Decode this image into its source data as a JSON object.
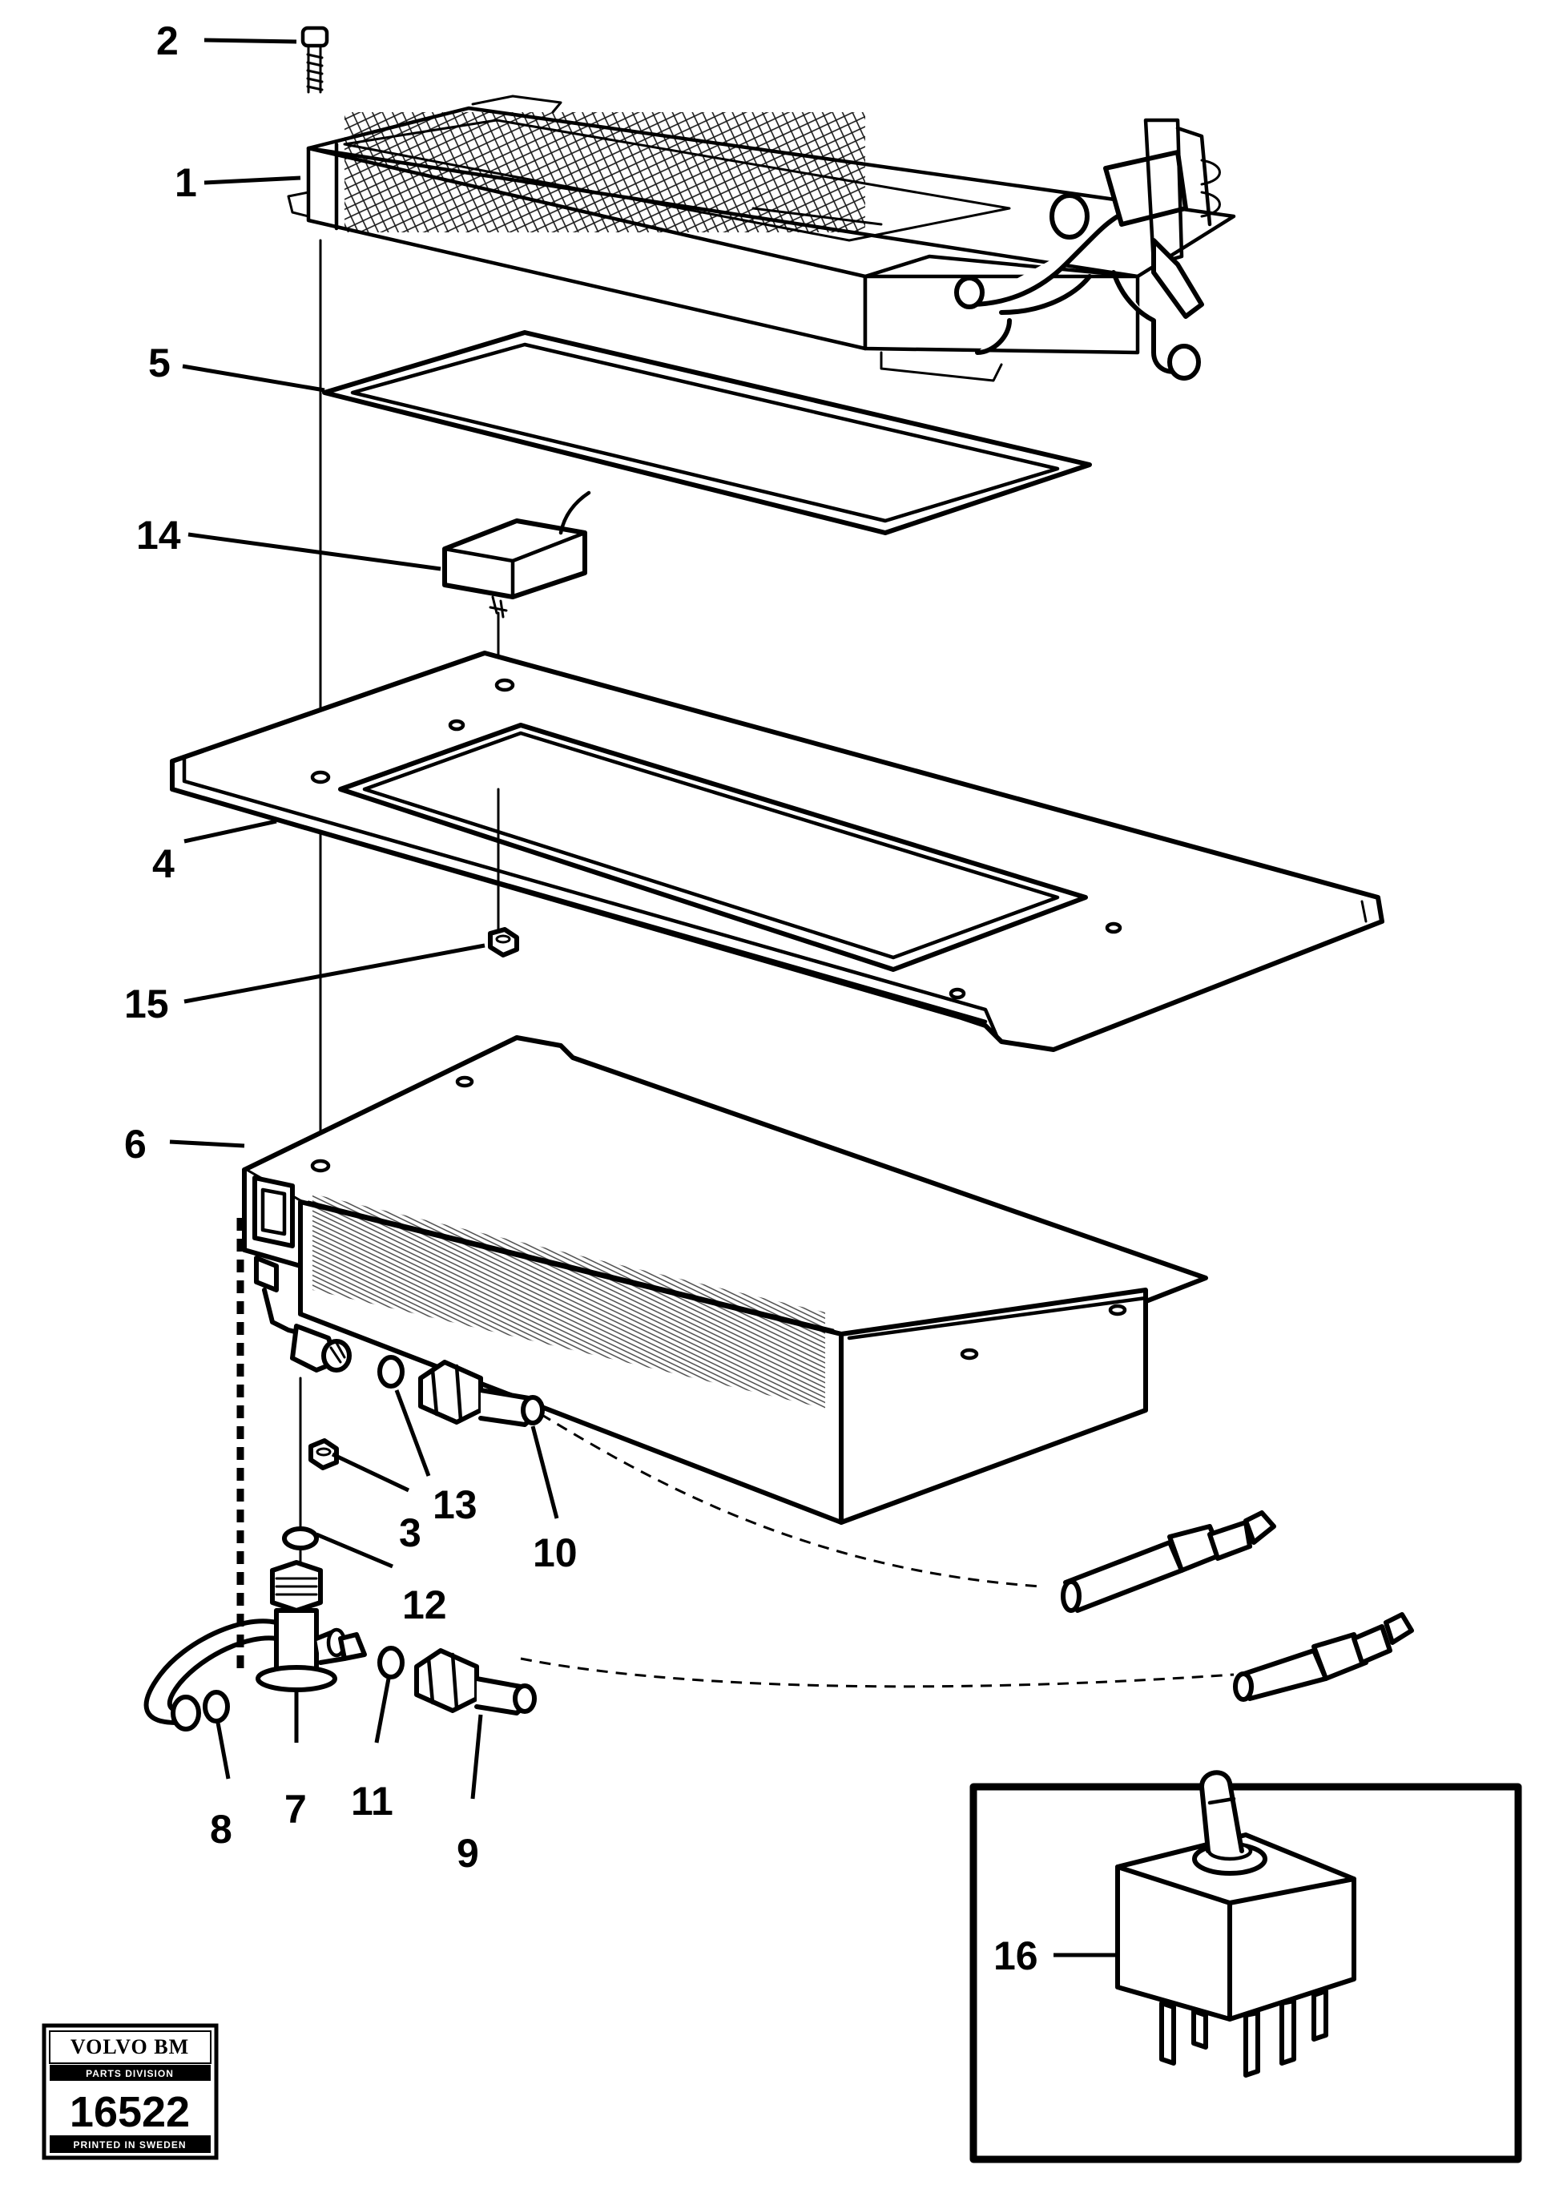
{
  "callouts": {
    "c1": "1",
    "c2": "2",
    "c3": "3",
    "c4": "4",
    "c5": "5",
    "c6": "6",
    "c7": "7",
    "c8": "8",
    "c9": "9",
    "c10": "10",
    "c11": "11",
    "c12": "12",
    "c13": "13",
    "c14": "14",
    "c15": "15",
    "c16": "16"
  },
  "stamp": {
    "brand": "VOLVO BM",
    "division": "PARTS DIVISION",
    "number": "16522",
    "footer": "PRINTED IN SWEDEN"
  }
}
